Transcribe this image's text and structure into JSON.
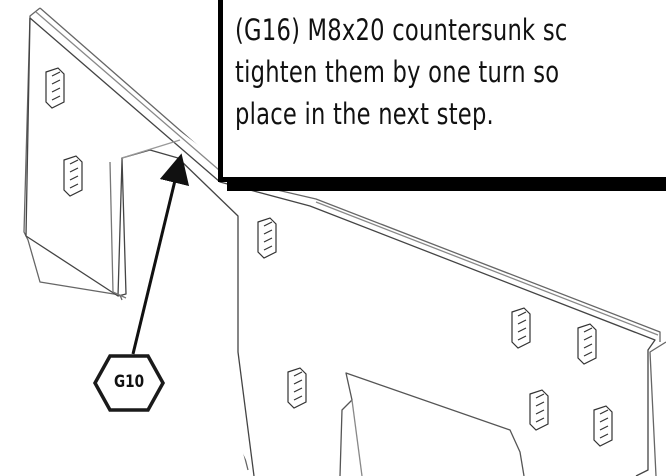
{
  "instruction": {
    "lines": [
      "(G16) M8x20 countersunk sc",
      "tighten them by one turn so",
      "place in the next step."
    ]
  },
  "callout": {
    "part_label": "G10"
  },
  "colors": {
    "outline": "#1a1a1a",
    "plate_edge": "#555555",
    "plate_face": "#ffffff"
  },
  "icons": {
    "pointer": "arrow-icon",
    "part_marker": "hexagon-icon",
    "fastener": "t-nut-icon"
  }
}
